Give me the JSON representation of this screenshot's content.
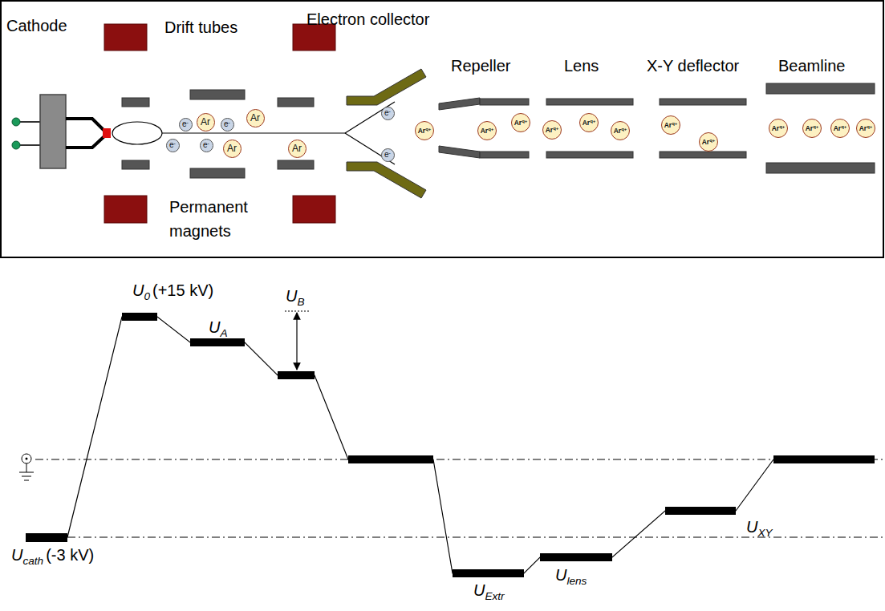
{
  "diagram": {
    "nodes": [
      {
        "text": [
          "e-"
        ]
      },
      {
        "text": [
          "e-"
        ]
      },
      {
        "text": [
          "Ar"
        ]
      },
      {
        "text": [
          "e-"
        ]
      },
      {
        "text": [
          "e-"
        ]
      },
      {
        "text": [
          "Ar"
        ]
      },
      {
        "text": [
          "Ar"
        ]
      },
      {
        "text": [
          "Ar"
        ]
      },
      {
        "text": [
          "e-"
        ]
      },
      {
        "text": [
          "e-"
        ]
      },
      {
        "text": [
          "Arq+"
        ]
      },
      {
        "text": [
          "Arq+"
        ]
      },
      {
        "text": [
          "Arq+"
        ]
      },
      {
        "text": [
          "Arq+"
        ]
      },
      {
        "text": [
          "Arq+"
        ]
      },
      {
        "text": [
          "Arq+"
        ]
      },
      {
        "text": [
          "Arq+"
        ]
      },
      {
        "text": [
          "Arq+"
        ]
      },
      {
        "text": [
          "Arq+"
        ]
      },
      {
        "text": [
          "Arq+"
        ]
      },
      {
        "text": [
          "Arq+"
        ]
      },
      {
        "text": [
          "Arq+"
        ]
      }
    ],
    "labels": [
      "Cathode",
      "Drift tubes",
      "Electron collector",
      "Repeller",
      "Lens",
      "X-Y deflector",
      "Beamline",
      "Permanent magnets",
      "U0",
      "(+15 kV)",
      "UA",
      "UB",
      "Ucath",
      "(-3 kV)",
      "UExtr",
      "Ulens",
      "UXY"
    ]
  }
}
